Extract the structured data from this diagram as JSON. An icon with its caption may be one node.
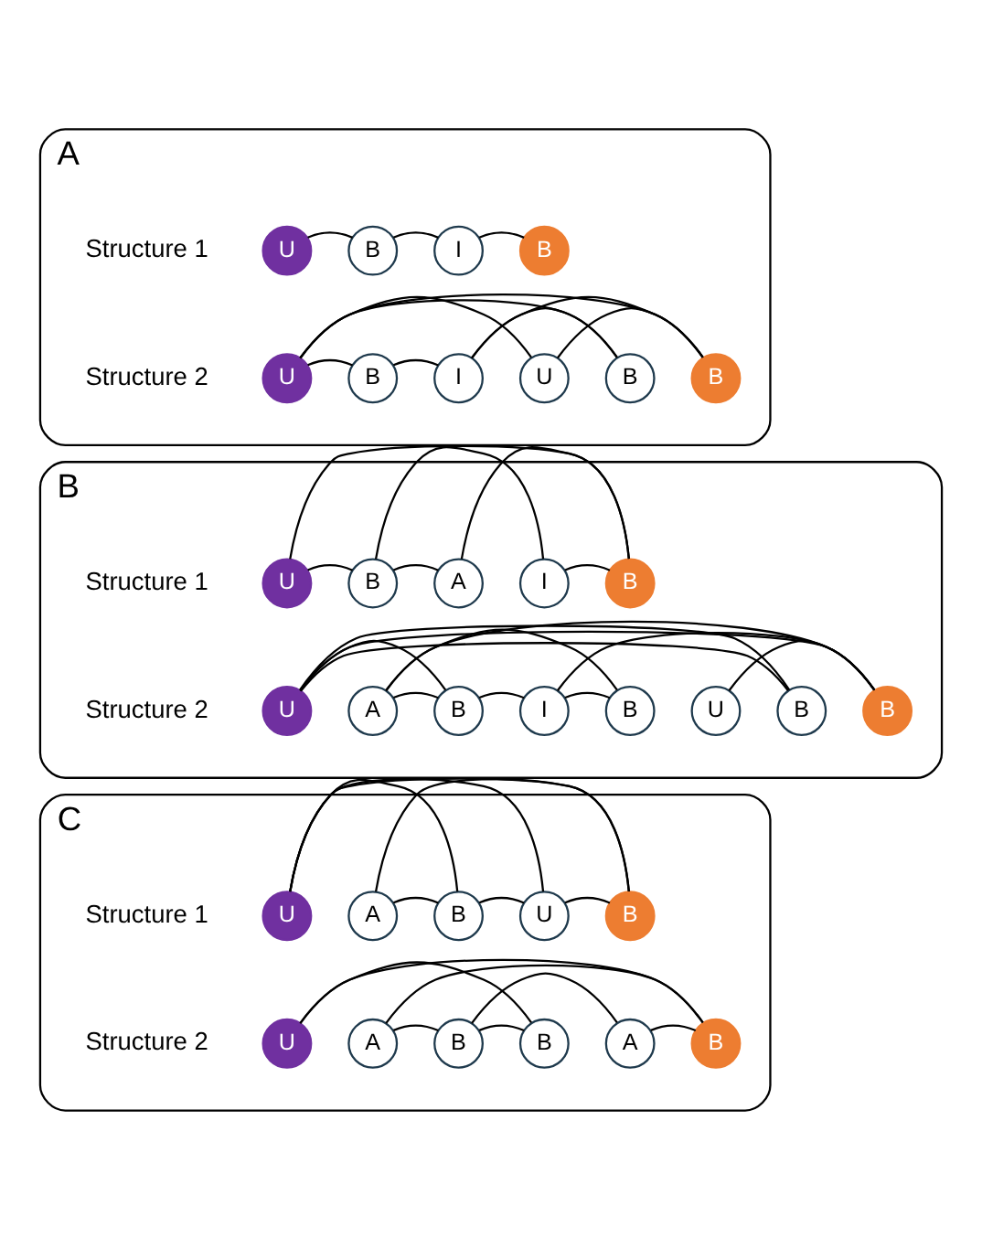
{
  "diagram": {
    "nodes": [
      {
        "text": [
          "A"
        ]
      },
      {
        "text": [
          "U"
        ],
        "in": 0
      },
      {
        "text": [
          "B"
        ],
        "in": 0
      },
      {
        "text": [
          "I"
        ],
        "in": 0
      },
      {
        "text": [
          "B"
        ],
        "in": 0
      },
      {
        "text": [
          "U"
        ],
        "in": 0
      },
      {
        "text": [
          "B"
        ],
        "in": 0
      },
      {
        "text": [
          "I"
        ],
        "in": 0
      },
      {
        "text": [
          "U"
        ],
        "in": 0
      },
      {
        "text": [
          "B"
        ],
        "in": 0
      },
      {
        "text": [
          "B"
        ],
        "in": 0
      },
      {
        "text": [
          "B"
        ]
      },
      {
        "text": [
          "U"
        ],
        "in": 11
      },
      {
        "text": [
          "B"
        ],
        "in": 11
      },
      {
        "text": [
          "A"
        ],
        "in": 11
      },
      {
        "text": [
          "I"
        ],
        "in": 11
      },
      {
        "text": [
          "B"
        ],
        "in": 11
      },
      {
        "text": [
          "U"
        ],
        "in": 11
      },
      {
        "text": [
          "A"
        ],
        "in": 11
      },
      {
        "text": [
          "B"
        ],
        "in": 11
      },
      {
        "text": [
          "I"
        ],
        "in": 11
      },
      {
        "text": [
          "B"
        ],
        "in": 11
      },
      {
        "text": [
          "U"
        ],
        "in": 11
      },
      {
        "text": [
          "B"
        ],
        "in": 11
      },
      {
        "text": [
          "B"
        ],
        "in": 11
      },
      {
        "text": [
          "C"
        ]
      },
      {
        "text": [
          "U"
        ],
        "in": 25
      },
      {
        "text": [
          "A"
        ],
        "in": 25
      },
      {
        "text": [
          "B"
        ],
        "in": 25
      },
      {
        "text": [
          "U"
        ],
        "in": 25
      },
      {
        "text": [
          "B"
        ],
        "in": 25
      },
      {
        "text": [
          "U"
        ],
        "in": 25
      },
      {
        "text": [
          "A"
        ],
        "in": 25
      },
      {
        "text": [
          "B"
        ],
        "in": 25
      },
      {
        "text": [
          "B"
        ],
        "in": 25
      },
      {
        "text": [
          "A"
        ],
        "in": 25
      },
      {
        "text": [
          "B"
        ],
        "in": 25
      }
    ],
    "edges": [
      {
        "from": 1,
        "to": 2,
        "arrow": "none"
      },
      {
        "from": 2,
        "to": 3,
        "arrow": "none"
      },
      {
        "from": 3,
        "to": 4,
        "arrow": "none"
      },
      {
        "from": 5,
        "to": 6,
        "arrow": "none"
      },
      {
        "from": 6,
        "to": 7,
        "arrow": "none"
      },
      {
        "from": 7,
        "to": 10,
        "arrow": "none"
      },
      {
        "from": 7,
        "to": 9,
        "arrow": "none"
      },
      {
        "from": 8,
        "to": 10,
        "arrow": "none"
      },
      {
        "from": 5,
        "to": 8,
        "arrow": "none"
      },
      {
        "from": 5,
        "to": 9,
        "arrow": "none"
      },
      {
        "from": 5,
        "to": 10,
        "arrow": "none"
      },
      {
        "from": 12,
        "to": 13,
        "arrow": "none"
      },
      {
        "from": 13,
        "to": 14,
        "arrow": "none"
      },
      {
        "from": 15,
        "to": 16,
        "arrow": "none"
      },
      {
        "from": 12,
        "to": 16,
        "arrow": "none"
      },
      {
        "from": 13,
        "to": 15,
        "arrow": "none"
      },
      {
        "from": 14,
        "to": 16,
        "arrow": "none"
      },
      {
        "from": 18,
        "to": 19,
        "arrow": "none"
      },
      {
        "from": 19,
        "to": 20,
        "arrow": "none"
      },
      {
        "from": 20,
        "to": 21,
        "arrow": "none"
      },
      {
        "from": 17,
        "to": 19,
        "arrow": "none"
      },
      {
        "from": 17,
        "to": 23,
        "arrow": "none"
      },
      {
        "from": 17,
        "to": 23,
        "arrow": "none"
      },
      {
        "from": 17,
        "to": 24,
        "arrow": "none"
      },
      {
        "from": 18,
        "to": 21,
        "arrow": "none"
      },
      {
        "from": 22,
        "to": 24,
        "arrow": "none"
      },
      {
        "from": 20,
        "to": 24,
        "arrow": "none"
      },
      {
        "from": 18,
        "to": 24,
        "arrow": "none"
      },
      {
        "from": 27,
        "to": 28,
        "arrow": "none"
      },
      {
        "from": 28,
        "to": 29,
        "arrow": "none"
      },
      {
        "from": 29,
        "to": 30,
        "arrow": "none"
      },
      {
        "from": 26,
        "to": 28,
        "arrow": "none"
      },
      {
        "from": 26,
        "to": 29,
        "arrow": "none"
      },
      {
        "from": 26,
        "to": 30,
        "arrow": "none"
      },
      {
        "from": 27,
        "to": 30,
        "arrow": "none"
      },
      {
        "from": 32,
        "to": 33,
        "arrow": "none"
      },
      {
        "from": 33,
        "to": 34,
        "arrow": "none"
      },
      {
        "from": 35,
        "to": 36,
        "arrow": "none"
      },
      {
        "from": 31,
        "to": 34,
        "arrow": "none"
      },
      {
        "from": 31,
        "to": 36,
        "arrow": "none"
      },
      {
        "from": 33,
        "to": 35,
        "arrow": "none"
      },
      {
        "from": 32,
        "to": 36,
        "arrow": "none"
      }
    ],
    "labels": [
      "Structure 1",
      "Structure 2",
      "Structure 1",
      "Structure 2",
      "Structure 1",
      "Structure 2"
    ]
  }
}
